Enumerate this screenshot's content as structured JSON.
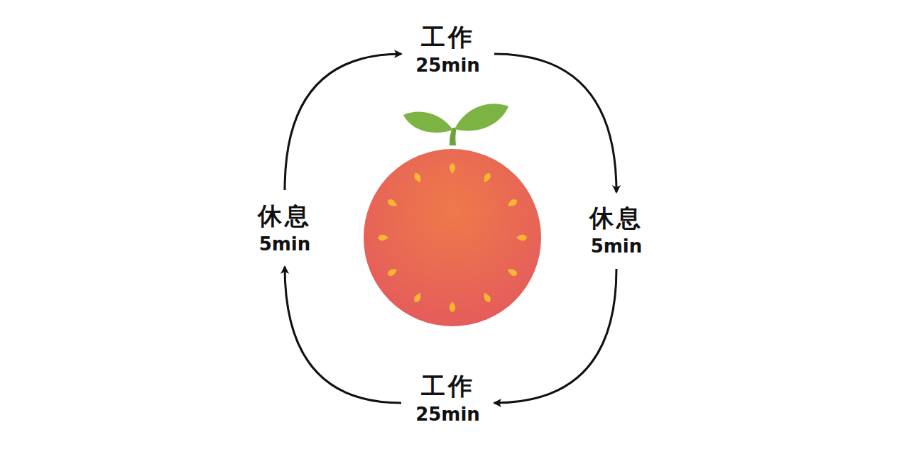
{
  "diagram": {
    "nodes": [
      {
        "text": [
          "工作",
          "25min"
        ]
      },
      {
        "text": [
          "休息",
          "5min"
        ]
      },
      {
        "text": [
          "工作",
          "25min"
        ]
      },
      {
        "text": [
          "休息",
          "5min"
        ]
      }
    ],
    "edges": [
      {
        "from": 0,
        "to": 1,
        "arrow": "to"
      },
      {
        "from": 1,
        "to": 2,
        "arrow": "to"
      },
      {
        "from": 2,
        "to": 3,
        "arrow": "to"
      },
      {
        "from": 3,
        "to": 0,
        "arrow": "to"
      }
    ]
  }
}
